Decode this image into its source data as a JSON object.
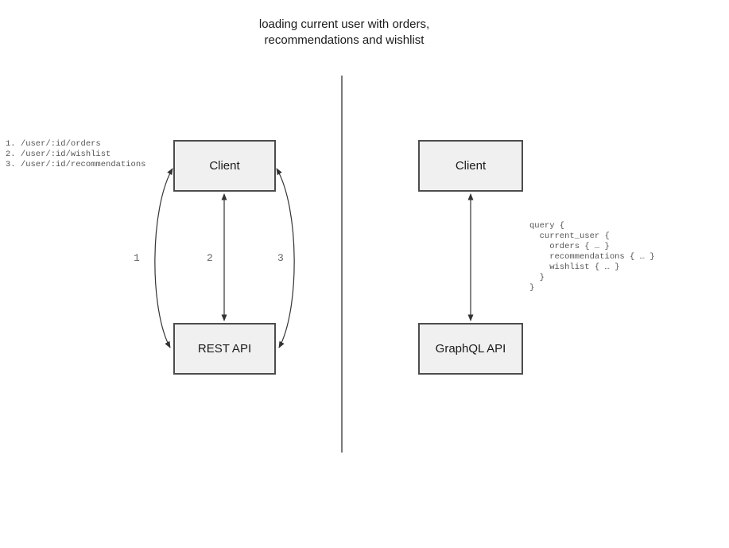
{
  "title": {
    "line1": "loading current user with orders,",
    "line2": "recommendations and wishlist"
  },
  "rest_panel": {
    "endpoints": [
      "1. /user/:id/orders",
      "2. /user/:id/wishlist",
      "3. /user/:id/recommendations"
    ],
    "client_label": "Client",
    "api_label": "REST API",
    "arrow_labels": [
      "1",
      "2",
      "3"
    ]
  },
  "graphql_panel": {
    "client_label": "Client",
    "api_label": "GraphQL API",
    "query_lines": [
      "query {",
      "  current_user {",
      "    orders { … }",
      "    recommendations { … }",
      "    wishlist { … }",
      "  }",
      "}"
    ]
  },
  "colors": {
    "box_fill": "#f0f0f0",
    "box_border": "#4d4d4d",
    "arrow": "#333333",
    "divider": "#7a7a7a",
    "code_text": "#555555",
    "label_gray": "#666666"
  }
}
